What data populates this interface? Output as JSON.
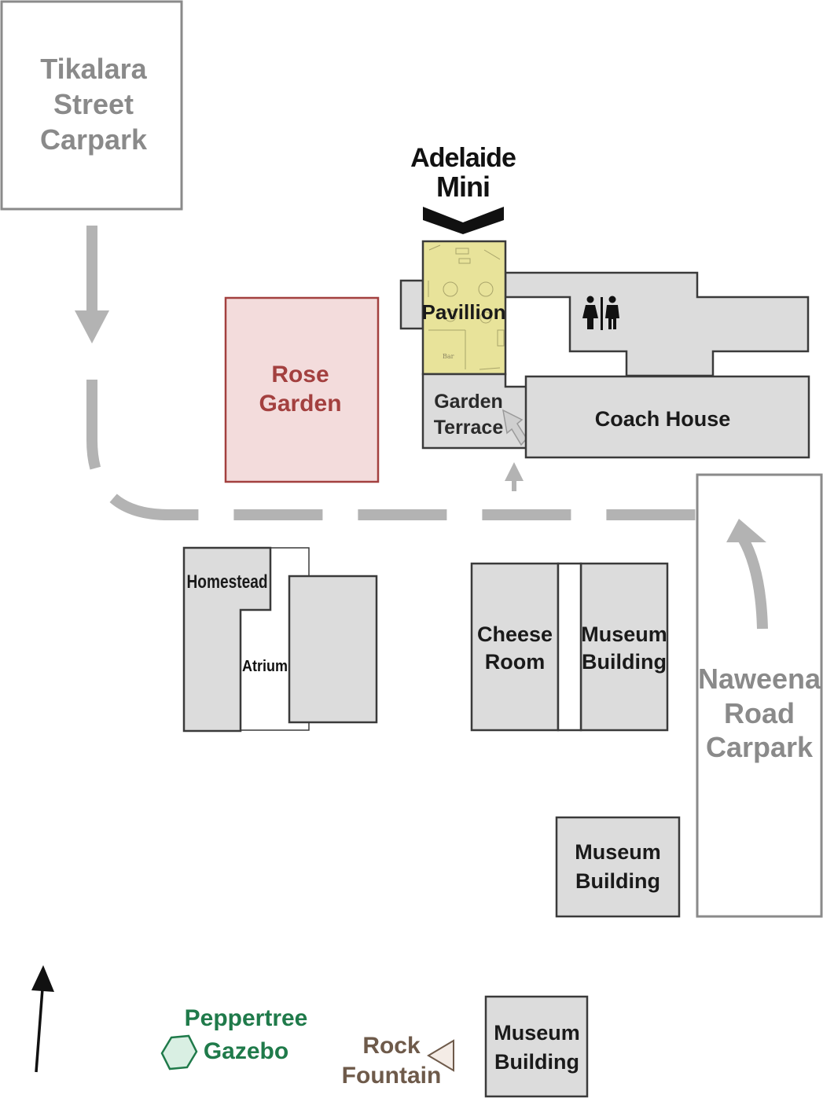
{
  "brand": {
    "line1": "Adelaide",
    "line2": "Mini"
  },
  "carparks": {
    "tikalara": [
      "Tikalara",
      "Street",
      "Carpark"
    ],
    "naweena": [
      "Naweena",
      "Road",
      "Carpark"
    ]
  },
  "venues": {
    "rose_garden": [
      "Rose",
      "Garden"
    ],
    "pavillion": "Pavillion",
    "pavillion_bar": "Bar",
    "garden_terrace": [
      "Garden",
      "Terrace"
    ],
    "coach_house": "Coach House",
    "homestead": "Homestead",
    "atrium": "Atrium",
    "cheese_room": [
      "Cheese",
      "Room"
    ],
    "museum_building_1": [
      "Museum",
      "Building"
    ],
    "museum_building_2": [
      "Museum",
      "Building"
    ],
    "museum_building_3": [
      "Museum",
      "Building"
    ],
    "peppertree_gazebo": [
      "Peppertree",
      "Gazebo"
    ],
    "rock_fountain": [
      "Rock",
      "Fountain"
    ]
  },
  "icons": {
    "toilets": "restroom-icon",
    "north": "north-arrow-icon",
    "gazebo": "hexagon-icon",
    "fountain": "triangle-icon"
  },
  "colors": {
    "building_fill": "#dcdcdc",
    "building_stroke": "#3a3a3a",
    "carpark_text": "#8a8a8a",
    "path_grey": "#b3b3b3",
    "rose_fill": "#f3dcdc",
    "rose_stroke": "#a3403f",
    "rose_text": "#a3403f",
    "pavillion_fill": "#e8e39a",
    "gazebo_green": "#1f7a4a",
    "fountain_brown": "#6e5a4a"
  }
}
